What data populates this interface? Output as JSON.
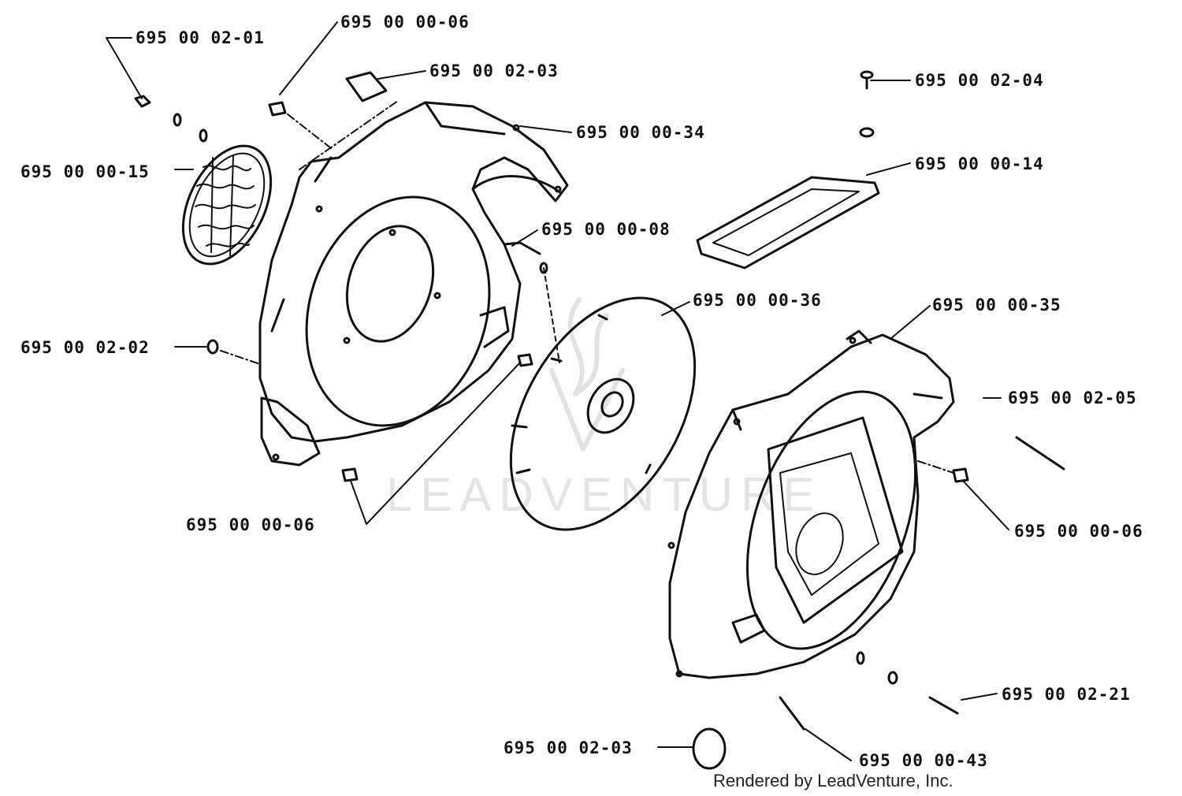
{
  "callouts": [
    {
      "id": "c01",
      "label": "695 00 02-01"
    },
    {
      "id": "c02",
      "label": "695 00 00-06"
    },
    {
      "id": "c03",
      "label": "695 00 02-03"
    },
    {
      "id": "c04",
      "label": "695 00 00-34"
    },
    {
      "id": "c05",
      "label": "695 00 02-04"
    },
    {
      "id": "c06",
      "label": "695 00 00-15"
    },
    {
      "id": "c07",
      "label": "695 00 00-14"
    },
    {
      "id": "c08",
      "label": "695 00 00-08"
    },
    {
      "id": "c09",
      "label": "695 00 00-36"
    },
    {
      "id": "c10",
      "label": "695 00 00-35"
    },
    {
      "id": "c11",
      "label": "695 00 02-02"
    },
    {
      "id": "c12",
      "label": "695 00 02-05"
    },
    {
      "id": "c13",
      "label": "695 00 00-06"
    },
    {
      "id": "c14",
      "label": "695 00 00-06"
    },
    {
      "id": "c15",
      "label": "695 00 02-21"
    },
    {
      "id": "c16",
      "label": "695 00 02-03"
    },
    {
      "id": "c17",
      "label": "695 00 00-43"
    }
  ],
  "watermark": "LEADVENTURE",
  "footer": "Rendered by LeadVenture, Inc."
}
